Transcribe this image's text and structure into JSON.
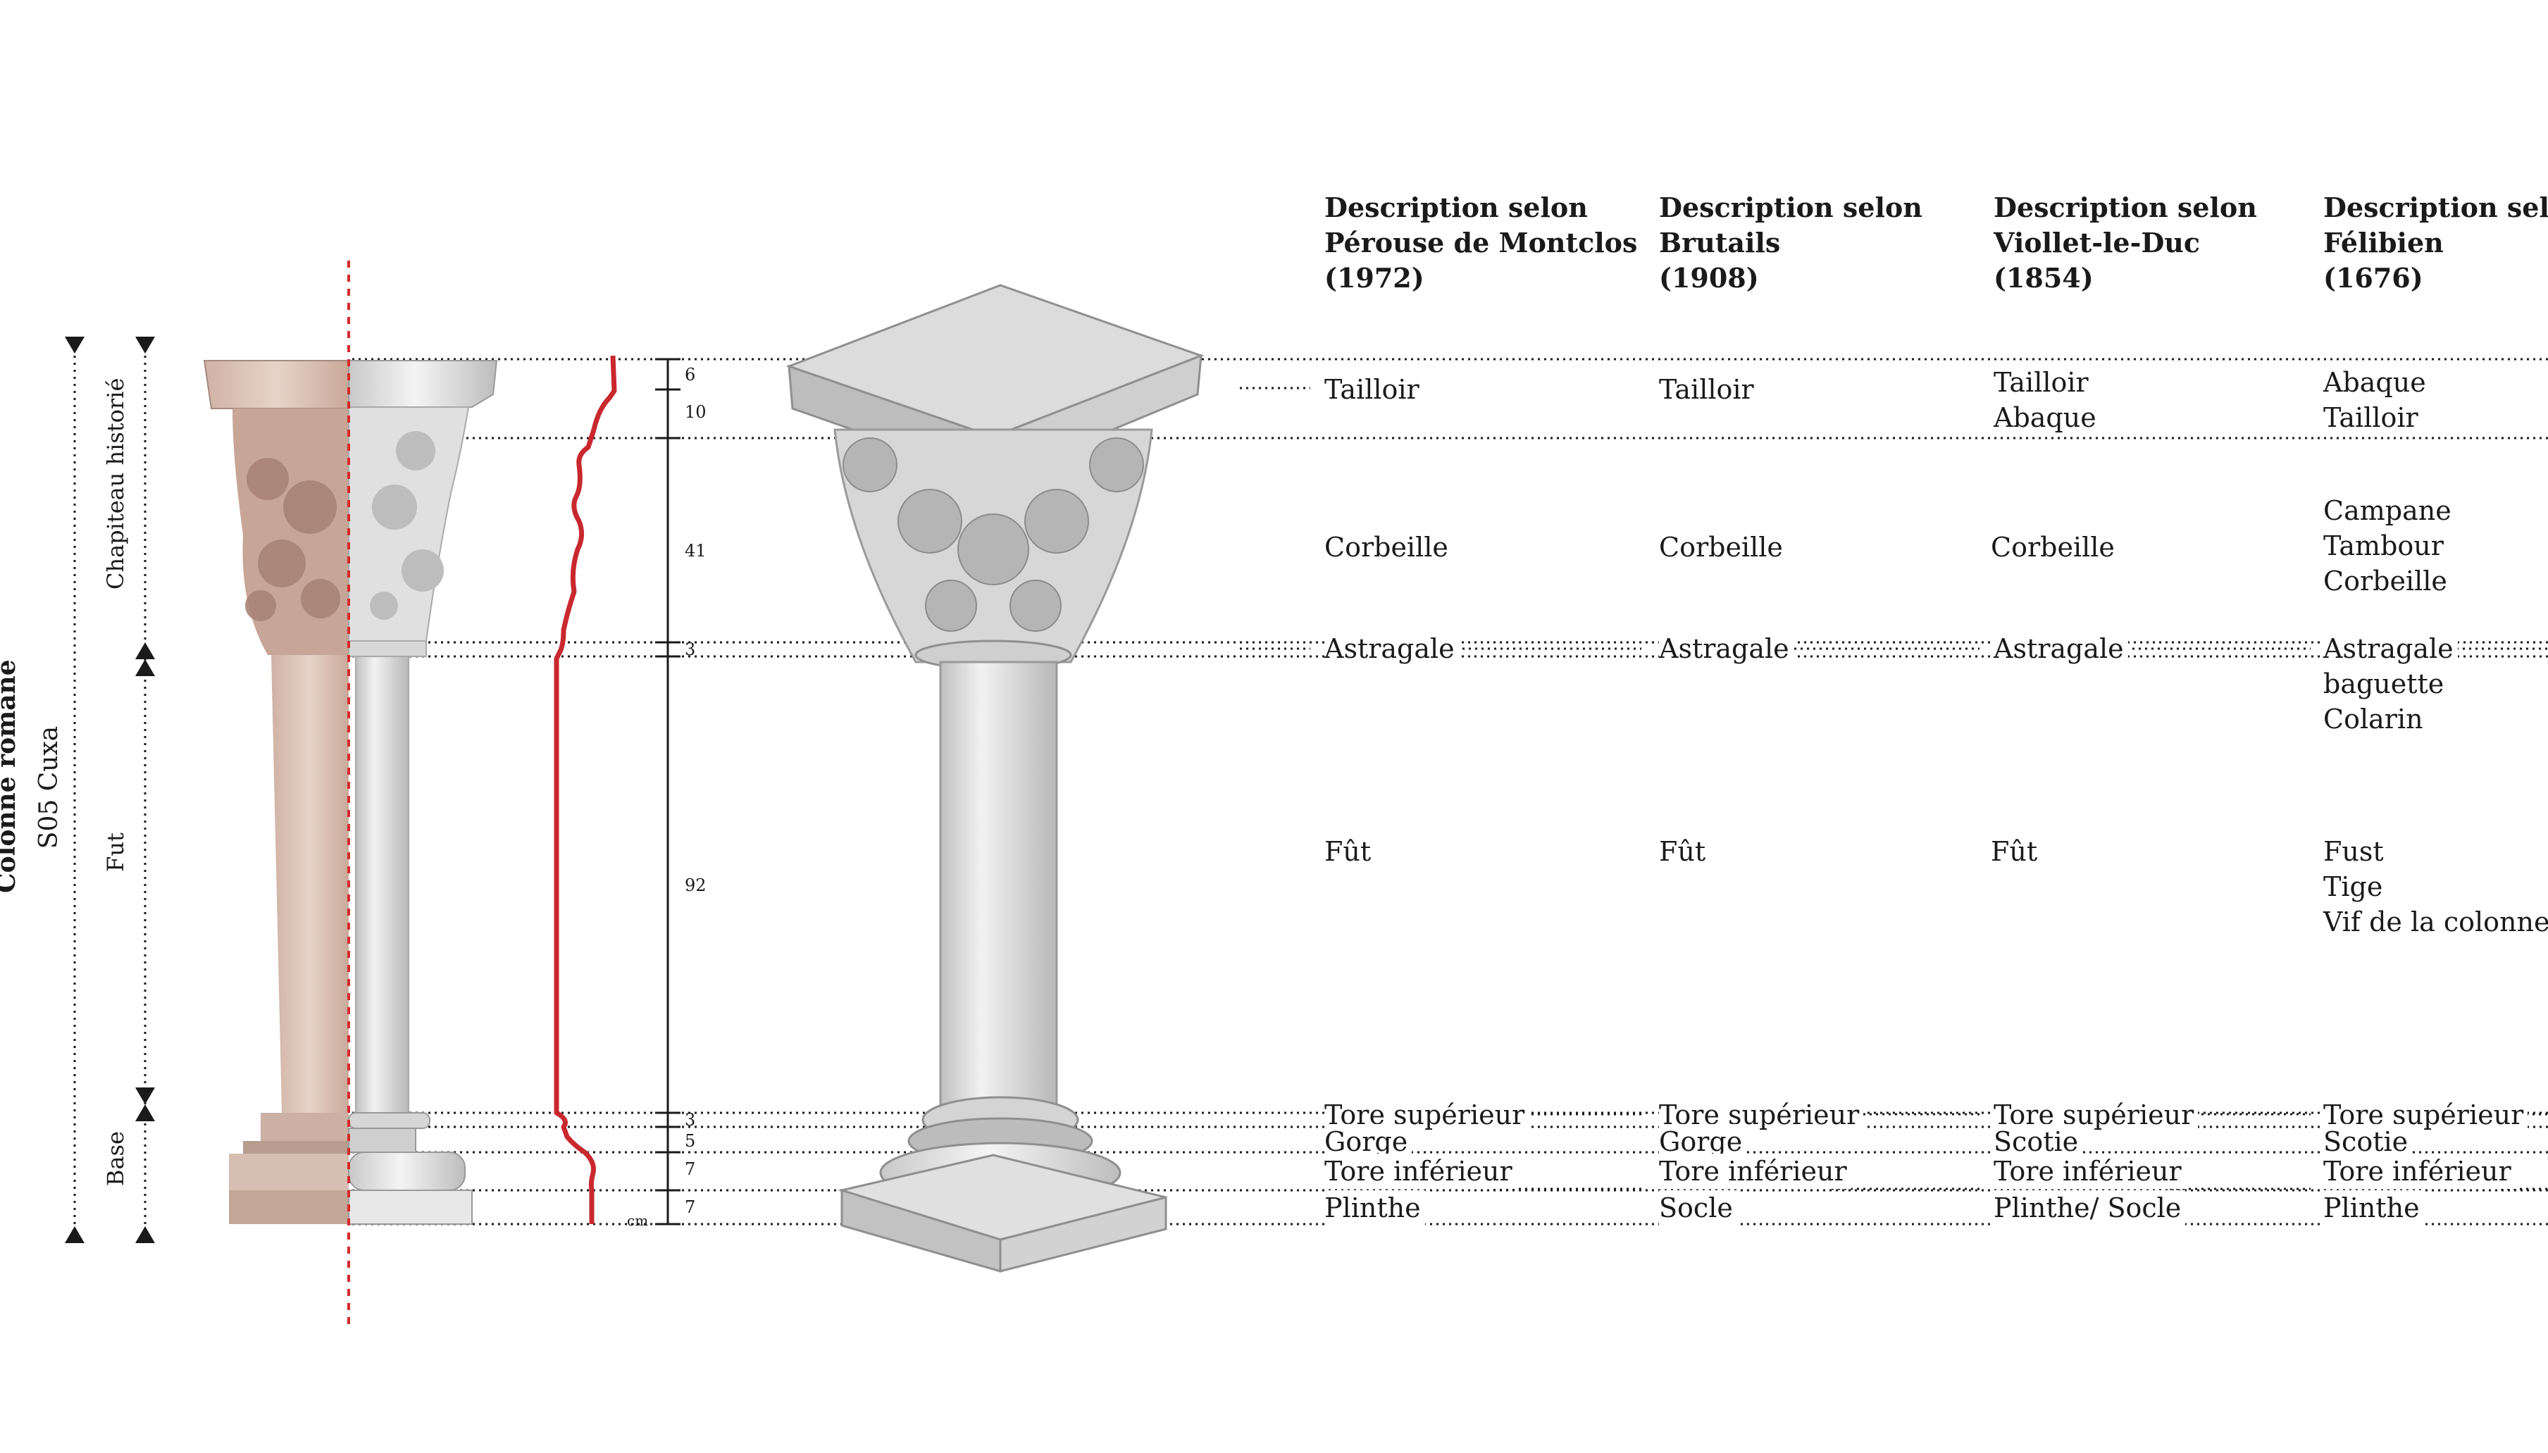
{
  "column": {
    "title": "Colonne romane",
    "subtitle": "S05 Cuxa",
    "zones": {
      "capital": "Chapiteau historié",
      "shaft": "Fut",
      "base": "Base"
    }
  },
  "measurements": {
    "unit": "cm",
    "values": [
      "6",
      "10",
      "41",
      "3",
      "92",
      "3",
      "5",
      "7",
      "7"
    ]
  },
  "columns": [
    {
      "title": [
        "Description selon",
        "Pérouse de Montclos",
        "(1972)"
      ]
    },
    {
      "title": [
        "Description selon",
        "Brutails",
        "(1908)"
      ]
    },
    {
      "title": [
        "Description selon",
        "Viollet-le-Duc",
        "(1854)"
      ]
    },
    {
      "title": [
        "Description selon",
        "Félibien",
        "(1676)"
      ]
    }
  ],
  "rows": {
    "abaque": [
      [
        "Tailloir"
      ],
      [
        "Tailloir"
      ],
      [
        "Tailloir",
        "Abaque"
      ],
      [
        "Abaque",
        "Tailloir"
      ]
    ],
    "corbeille": [
      [
        "Corbeille"
      ],
      [
        "Corbeille"
      ],
      [
        "Corbeille"
      ],
      [
        "Campane",
        "Tambour",
        "Corbeille"
      ]
    ],
    "astragale": [
      [
        "Astragale"
      ],
      [
        "Astragale"
      ],
      [
        "Astragale"
      ],
      [
        "Astragale",
        "baguette",
        "Colarin"
      ]
    ],
    "fut": [
      [
        "Fût"
      ],
      [
        "Fût"
      ],
      [
        "Fût"
      ],
      [
        "Fust",
        "Tige",
        "Vif de la colonne"
      ]
    ],
    "tore_sup": [
      [
        "Tore supérieur"
      ],
      [
        "Tore supérieur"
      ],
      [
        "Tore supérieur"
      ],
      [
        "Tore supérieur"
      ]
    ],
    "gorge": [
      [
        "Gorge"
      ],
      [
        "Gorge"
      ],
      [
        "Scotie"
      ],
      [
        "Scotie"
      ]
    ],
    "tore_inf": [
      [
        "Tore inférieur"
      ],
      [
        "Tore inférieur"
      ],
      [
        "Tore inférieur"
      ],
      [
        "Tore inférieur"
      ]
    ],
    "plinthe": [
      [
        "Plinthe"
      ],
      [
        "Socle"
      ],
      [
        "Plinthe/ Socle"
      ],
      [
        "Plinthe"
      ]
    ]
  },
  "colors": {
    "profile_line": "#c8282e",
    "center_axis": "#d62a2a",
    "ink": "#1a1a1a",
    "stone": "#d9bfb2",
    "model_grey": "#e6e6e6"
  }
}
